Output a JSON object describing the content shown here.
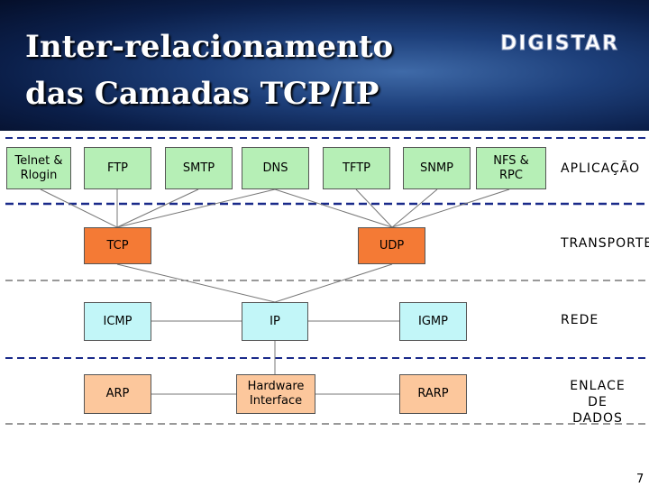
{
  "title_line1": "Inter-relacionamento",
  "title_line2": "das Camadas TCP/IP",
  "logo_text": "DIGISTAR",
  "page_number": "7",
  "layers": {
    "application": "APLICAÇÃO",
    "transport": "TRANSPORTE",
    "network": "REDE",
    "datalink": "ENLACE\nDE DADOS"
  },
  "protocols": {
    "telnet": "Telnet &\nRlogin",
    "ftp": "FTP",
    "smtp": "SMTP",
    "dns": "DNS",
    "tftp": "TFTP",
    "snmp": "SNMP",
    "nfs": "NFS &\nRPC",
    "tcp": "TCP",
    "udp": "UDP",
    "icmp": "ICMP",
    "ip": "IP",
    "igmp": "IGMP",
    "arp": "ARP",
    "hardware": "Hardware\nInterface",
    "rarp": "RARP"
  },
  "colors": {
    "application_box": "#b6efb6",
    "transport_box": "#f47a35",
    "network_box": "#c2f6f8",
    "datalink_box": "#fcc79c",
    "separator": "#1a2a8a"
  }
}
